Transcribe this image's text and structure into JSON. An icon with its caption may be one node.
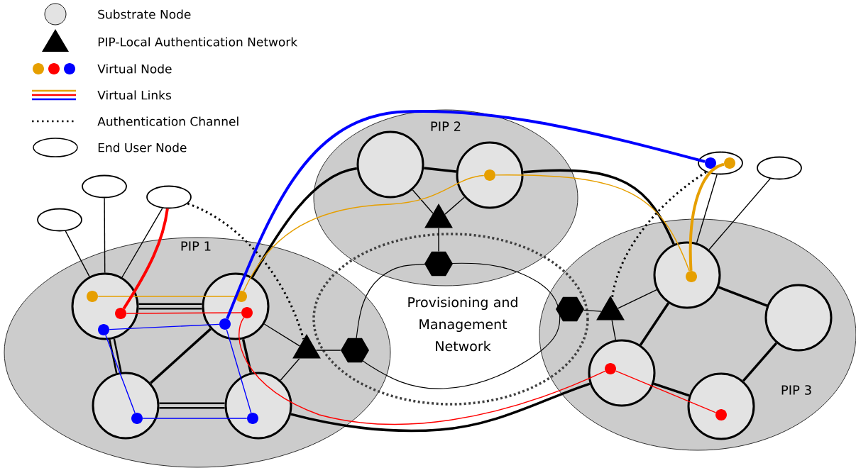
{
  "diagram": {
    "nodes": [
      {
        "text": [
          "PIP 1"
        ]
      },
      {
        "text": [
          "PIP 2"
        ]
      },
      {
        "text": [
          "PIP 3"
        ]
      },
      {
        "text": [
          "Provisioning and Management Network"
        ]
      },
      {
        "text": [],
        "shape": "circle",
        "in": 0
      },
      {
        "text": [],
        "shape": "circle",
        "in": 0
      },
      {
        "text": [],
        "shape": "circle",
        "in": 0
      },
      {
        "text": [],
        "shape": "circle",
        "in": 0
      },
      {
        "text": [],
        "shape": "circle",
        "in": 1
      },
      {
        "text": [],
        "shape": "circle",
        "in": 1
      },
      {
        "text": [],
        "shape": "circle",
        "in": 2
      },
      {
        "text": [],
        "shape": "circle",
        "in": 2
      },
      {
        "text": [],
        "shape": "circle",
        "in": 2
      },
      {
        "text": [],
        "shape": "circle",
        "in": 2
      },
      {
        "text": [],
        "shape": "triangle",
        "in": 0
      },
      {
        "text": [],
        "shape": "triangle",
        "in": 1
      },
      {
        "text": [],
        "shape": "triangle",
        "in": 2
      },
      {
        "text": [],
        "shape": "hexagon",
        "in": 0
      },
      {
        "text": [],
        "shape": "hexagon",
        "in": 1
      },
      {
        "text": [],
        "shape": "hexagon",
        "in": 2
      },
      {
        "text": [],
        "shape": "ellipse"
      },
      {
        "text": [],
        "shape": "ellipse"
      },
      {
        "text": [],
        "shape": "ellipse"
      },
      {
        "text": [],
        "shape": "ellipse"
      },
      {
        "text": [],
        "shape": "ellipse"
      },
      {
        "text": [],
        "shape": "dot",
        "in": 4
      },
      {
        "text": [],
        "shape": "dot",
        "in": 4
      },
      {
        "text": [],
        "shape": "dot",
        "in": 4
      },
      {
        "text": [],
        "shape": "dot",
        "in": 5
      },
      {
        "text": [],
        "shape": "dot",
        "in": 5
      },
      {
        "text": [],
        "shape": "dot",
        "in": 5
      },
      {
        "text": [],
        "shape": "dot",
        "in": 6
      },
      {
        "text": [],
        "shape": "dot",
        "in": 7
      },
      {
        "text": [],
        "shape": "dot",
        "in": 9
      },
      {
        "text": [],
        "shape": "dot",
        "in": 10
      },
      {
        "text": [],
        "shape": "dot",
        "in": 12
      },
      {
        "text": [],
        "shape": "dot",
        "in": 13
      },
      {
        "text": [],
        "shape": "dot",
        "in": 23
      },
      {
        "text": [],
        "shape": "dot",
        "in": 23
      }
    ],
    "edges": [
      {
        "from": 4,
        "to": 20,
        "arrow": "none"
      },
      {
        "from": 4,
        "to": 21,
        "arrow": "none"
      },
      {
        "from": 4,
        "to": 22,
        "arrow": "none"
      },
      {
        "from": 5,
        "to": 14,
        "arrow": "none"
      },
      {
        "from": 7,
        "to": 14,
        "arrow": "none"
      },
      {
        "from": 14,
        "to": 17,
        "arrow": "none"
      },
      {
        "from": 15,
        "to": 8,
        "arrow": "none"
      },
      {
        "from": 15,
        "to": 9,
        "arrow": "none"
      },
      {
        "from": 15,
        "to": 18,
        "arrow": "none"
      },
      {
        "from": 19,
        "to": 16,
        "arrow": "none"
      },
      {
        "from": 16,
        "to": 12,
        "arrow": "none"
      },
      {
        "from": 16,
        "to": 10,
        "arrow": "none"
      },
      {
        "from": 10,
        "to": 23,
        "arrow": "none"
      },
      {
        "from": 10,
        "to": 24,
        "arrow": "none"
      },
      {
        "from": 4,
        "to": 5,
        "arrow": "none",
        "style": "thick"
      },
      {
        "from": 4,
        "to": 6,
        "arrow": "none",
        "style": "thick"
      },
      {
        "from": 6,
        "to": 7,
        "arrow": "none",
        "style": "thick"
      },
      {
        "from": 5,
        "to": 6,
        "arrow": "none",
        "style": "thick"
      },
      {
        "from": 5,
        "to": 7,
        "arrow": "none",
        "style": "thick"
      },
      {
        "from": 7,
        "to": 12,
        "arrow": "none",
        "style": "thick"
      },
      {
        "from": 5,
        "to": 8,
        "arrow": "none",
        "style": "thick"
      },
      {
        "from": 8,
        "to": 9,
        "arrow": "none",
        "style": "thick"
      },
      {
        "from": 9,
        "to": 10,
        "arrow": "none",
        "style": "thick"
      },
      {
        "from": 10,
        "to": 12,
        "arrow": "none",
        "style": "thick"
      },
      {
        "from": 10,
        "to": 11,
        "arrow": "none",
        "style": "thick"
      },
      {
        "from": 11,
        "to": 13,
        "arrow": "none",
        "style": "thick"
      },
      {
        "from": 12,
        "to": 13,
        "arrow": "none",
        "style": "thick"
      },
      {
        "from": 22,
        "to": 14,
        "arrow": "none",
        "style": "dashed"
      },
      {
        "from": 23,
        "to": 16,
        "arrow": "none",
        "style": "dashed"
      },
      {
        "from": 25,
        "to": 28,
        "arrow": "none",
        "color": "#e69f00"
      },
      {
        "from": 28,
        "to": 33,
        "arrow": "none",
        "color": "#e69f00"
      },
      {
        "from": 33,
        "to": 34,
        "arrow": "none",
        "color": "#e69f00"
      },
      {
        "from": 34,
        "to": 38,
        "arrow": "none",
        "style": "thick",
        "color": "#e69f00"
      },
      {
        "from": 26,
        "to": 29,
        "arrow": "none",
        "color": "#ff0000"
      },
      {
        "from": 22,
        "to": 26,
        "arrow": "none",
        "style": "thick",
        "color": "#ff0000"
      },
      {
        "from": 29,
        "to": 35,
        "arrow": "none",
        "color": "#ff0000"
      },
      {
        "from": 35,
        "to": 36,
        "arrow": "none",
        "color": "#ff0000"
      },
      {
        "from": 27,
        "to": 30,
        "arrow": "none",
        "color": "#0000ff"
      },
      {
        "from": 27,
        "to": 31,
        "arrow": "none",
        "color": "#0000ff"
      },
      {
        "from": 31,
        "to": 32,
        "arrow": "none",
        "color": "#0000ff"
      },
      {
        "from": 30,
        "to": 32,
        "arrow": "none",
        "color": "#0000ff"
      },
      {
        "from": 30,
        "to": 37,
        "arrow": "none",
        "style": "thick",
        "color": "#0000ff"
      }
    ],
    "legend": [
      {
        "text": "Substrate Node"
      },
      {
        "text": "PIP-Local Authentication Network"
      },
      {
        "text": "Virtual Node"
      },
      {
        "text": "Virtual Links"
      },
      {
        "text": "Authentication Channel"
      },
      {
        "text": "End User Node"
      }
    ]
  }
}
